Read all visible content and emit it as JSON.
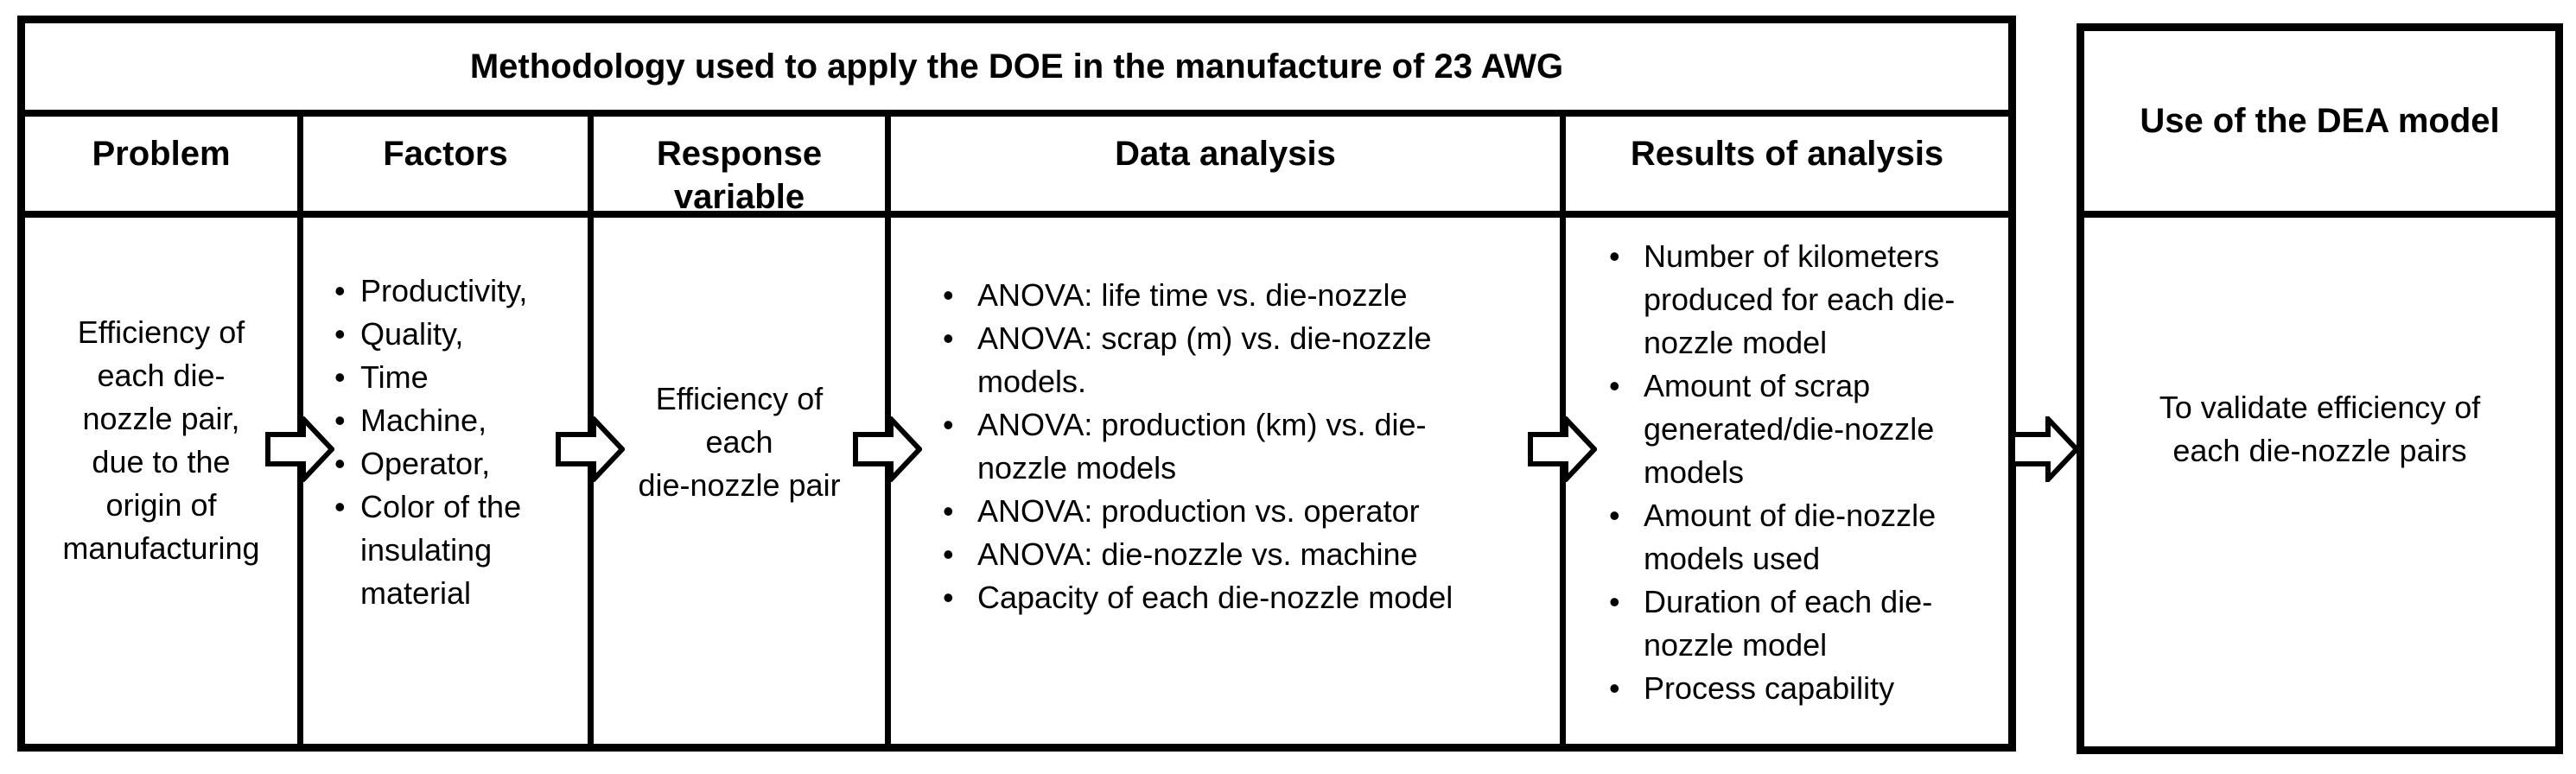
{
  "diagram": {
    "table": {
      "title": "Methodology used to apply the DOE in the manufacture of 23 AWG",
      "columns": [
        {
          "header": "Problem",
          "text": "Efficiency of\neach die-\nnozzle pair,\ndue to the\norigin of\nmanufacturing"
        },
        {
          "header": "Factors",
          "items": [
            "Productivity,",
            "Quality,",
            "Time",
            "Machine,",
            "Operator,",
            "Color  of  the\ninsulating\nmaterial"
          ]
        },
        {
          "header": "Response\nvariable",
          "text": "Efficiency of\neach\ndie-nozzle pair"
        },
        {
          "header": "Data analysis",
          "items": [
            "ANOVA: life time vs. die-nozzle",
            "ANOVA: scrap (m) vs. die-nozzle\nmodels.",
            "ANOVA: production (km) vs. die-\nnozzle models",
            "ANOVA: production vs. operator",
            "ANOVA: die-nozzle vs. machine",
            "Capacity of each die-nozzle model"
          ]
        },
        {
          "header": "Results  of analysis",
          "items": [
            "Number of kilometers\nproduced for each die-\nnozzle model",
            "Amount of scrap\ngenerated/die-nozzle\nmodels",
            "Amount of die-nozzle\nmodels used",
            "Duration of each die-\nnozzle model",
            "Process capability"
          ]
        }
      ]
    },
    "side_box": {
      "header": "Use of the DEA model",
      "body": "To validate efficiency of\neach die-nozzle pairs"
    },
    "arrows": {
      "count": 5,
      "direction": "right",
      "style": "outlined-block-arrow",
      "fill": "#ffffff",
      "stroke": "#000000"
    },
    "colors": {
      "background": "#ffffff",
      "border": "#000000",
      "text": "#000000"
    }
  }
}
